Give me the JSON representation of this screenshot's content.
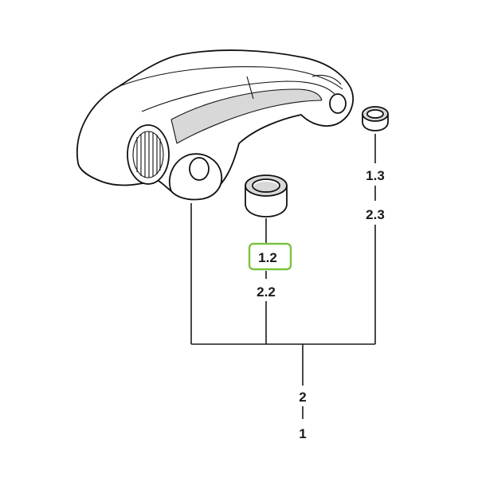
{
  "labels": {
    "lbl_1_3": "1.3",
    "lbl_2_3": "2.3",
    "lbl_1_2": "1.2",
    "lbl_2_2": "2.2",
    "lbl_2": "2",
    "lbl_1": "1"
  },
  "colors": {
    "highlight": "#7cc241",
    "line": "#1a1a1a",
    "part_shade": "#d8d8d8"
  }
}
